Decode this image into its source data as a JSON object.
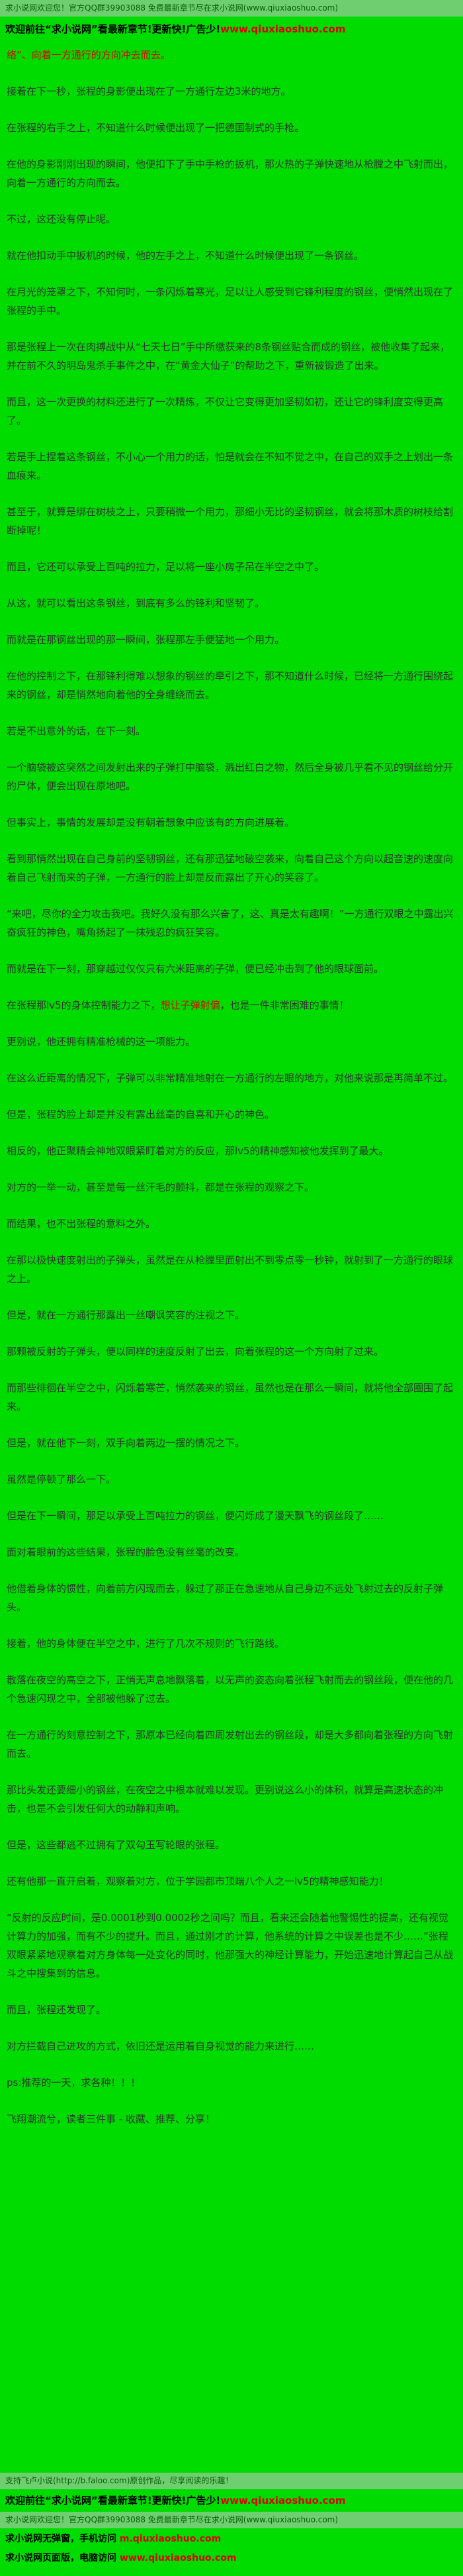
{
  "colors": {
    "page_bg": "#00DB00",
    "band_bg": "#6FCE6F",
    "band_text": "#086008",
    "body_text": "#333333",
    "red": "#E00000",
    "promo_black": "#000000"
  },
  "header": {
    "notice": "求小说网欢迎您！官方QQ群39903088 免费最新章节尽在求小说网(www.qiuxiaoshuo.com)",
    "promo": {
      "text": "欢迎前往“求小说网”看最新章节!更新快!广告少!",
      "url": "www.qiuxiaoshuo.com"
    },
    "fragment": "络”、向着一方通行的方向冲去而去。"
  },
  "content": {
    "paragraphs": [
      {
        "parts": [
          {
            "t": "接着在下一秒，张程的身影便出现在了一方通行左边3米的地方。"
          }
        ]
      },
      {
        "parts": [
          {
            "t": "在张程的右手之上，不知道什么时候便出现了一把德国制式的手枪。"
          }
        ]
      },
      {
        "parts": [
          {
            "t": "在他的身影刚刚出现的瞬间，他便扣下了手中手枪的扳机，那火热的子弹快速地从枪膛之中飞射而出，向着一方通行的方向而去。"
          }
        ]
      },
      {
        "parts": [
          {
            "t": "不过，这还没有停止呢。"
          }
        ]
      },
      {
        "parts": [
          {
            "t": "就在他扣动手中扳机的时候，他的左手之上，不知道什么时候便出现了一条钢丝。"
          }
        ]
      },
      {
        "parts": [
          {
            "t": "在月光的笼罩之下，不知何时，一条闪烁着寒光，足以让人感受到它锋利程度的钢丝，便悄然出现在了张程的手中。"
          }
        ]
      },
      {
        "parts": [
          {
            "t": "那是张程上一次在肉搏战中从“七天七日”手中所缴获来的8条钢丝贴合而成的钢丝，被他收集了起来，并在前不久的明岛鬼杀手事件之中，在“黄金大仙子”的帮助之下，重新被锻造了出来。"
          }
        ]
      },
      {
        "parts": [
          {
            "t": "而且，这一次更换的材料还进行了一次精炼，不仅让它变得更加坚韧如初，还让它的锋利度变得更高了。"
          }
        ]
      },
      {
        "parts": [
          {
            "t": "若是手上捏着这条钢丝，不小心一个用力的话，怕是就会在不知不觉之中，在自己的双手之上划出一条血痕来。"
          }
        ]
      },
      {
        "parts": [
          {
            "t": "甚至于，就算是绑在树枝之上，只要稍微一个用力，那细小无比的坚韧钢丝，就会将那木质的树枝给割断掉呢！"
          }
        ]
      },
      {
        "parts": [
          {
            "t": "而且，它还可以承受上百吨的拉力，足以将一座小房子吊在半空之中了。"
          }
        ]
      },
      {
        "parts": [
          {
            "t": "从这，就可以看出这条钢丝，到底有多么的锋利和坚韧了。"
          }
        ]
      },
      {
        "parts": [
          {
            "t": "而就是在那钢丝出现的那一瞬间，张程那左手便猛地一个用力。"
          }
        ]
      },
      {
        "parts": [
          {
            "t": "在他的控制之下，在那锋利得难以想象的钢丝的牵引之下，那不知道什么时候，已经将一方通行围绕起来的钢丝，却是悄然地向着他的全身缠绕而去。"
          }
        ]
      },
      {
        "parts": [
          {
            "t": "若是不出意外的话，在下一刻。"
          }
        ]
      },
      {
        "parts": [
          {
            "t": "一个脑袋被这突然之间发射出来的子弹打中脑袋，溅出红白之物，然后全身被几乎看不见的钢丝给分开的尸体，便会出现在原地吧。"
          }
        ]
      },
      {
        "parts": [
          {
            "t": "但事实上，事情的发展却是没有朝着想象中应该有的方向进展着。"
          }
        ]
      },
      {
        "parts": [
          {
            "t": "看到那悄然出现在自己身前的坚韧钢丝，还有那迅猛地破空袭来，向着自己这个方向以超音速的速度向着自己飞射而来的子弹，一方通行的脸上却是反而露出了开心的笑容了。"
          }
        ]
      },
      {
        "parts": [
          {
            "t": "“来吧，尽你的全力攻击我吧。我好久没有那么兴奋了，这、真是太有趣啊！”一方通行双眼之中露出兴奋疯狂的神色，嘴角扬起了一抹残忍的疯狂笑容。"
          }
        ]
      },
      {
        "parts": [
          {
            "t": "而就是在下一刻，那穿越过仅仅只有六米距离的子弹，便已经冲击到了他的眼球面前。"
          }
        ]
      },
      {
        "parts": [
          {
            "t": "在张程那lv5的身体控制能力之下，"
          },
          {
            "t": "想让子弹射偏",
            "red": true
          },
          {
            "t": "，也是一件非常困难的事情！"
          }
        ]
      },
      {
        "parts": [
          {
            "t": "更别说，他还拥有精准枪械的这一项能力。"
          }
        ]
      },
      {
        "parts": [
          {
            "t": "在这么近距离的情况下，子弹可以非常精准地射在一方通行的左眼的地方，对他来说那是再简单不过。"
          }
        ]
      },
      {
        "parts": [
          {
            "t": "但是，张程的脸上却是并没有露出丝毫的自喜和开心的神色。"
          }
        ]
      },
      {
        "parts": [
          {
            "t": "相反的，他正聚精会神地双眼紧盯着对方的反应，那lv5的精神感知被他发挥到了最大。"
          }
        ]
      },
      {
        "parts": [
          {
            "t": "对方的一举一动，甚至是每一丝汗毛的颤抖，都是在张程的观察之下。"
          }
        ]
      },
      {
        "parts": [
          {
            "t": "而结果，也不出张程的意料之外。"
          }
        ]
      },
      {
        "parts": [
          {
            "t": "在那以极快速度射出的子弹头，虽然是在从枪膛里面射出不到零点零一秒钟，就射到了一方通行的眼球之上。"
          }
        ]
      },
      {
        "parts": [
          {
            "t": "但是，就在一方通行那露出一丝嘲讽笑容的注视之下。"
          }
        ]
      },
      {
        "parts": [
          {
            "t": "那颗被反射的子弹头，便以同样的速度反射了出去，向着张程的这一个方向射了过来。"
          }
        ]
      },
      {
        "parts": [
          {
            "t": "而那些徘徊在半空之中，闪烁着寒芒，悄然袭来的钢丝，虽然也是在那么一瞬间，就将他全部圈围了起来。"
          }
        ]
      },
      {
        "parts": [
          {
            "t": "但是，就在他下一刻，双手向着两边一摆的情况之下。"
          }
        ]
      },
      {
        "parts": [
          {
            "t": "虽然是停顿了那么一下。"
          }
        ]
      },
      {
        "parts": [
          {
            "t": "但是在下一瞬间，那足以承受上百吨拉力的钢丝，便闪烁成了漫天飘飞的钢丝段了……"
          }
        ]
      },
      {
        "parts": [
          {
            "t": "面对着眼前的这些结果，张程的脸色没有丝毫的改变。"
          }
        ]
      },
      {
        "parts": [
          {
            "t": "他借着身体的惯性，向着前方闪现而去，躲过了那正在急速地从自己身边不远处飞射过去的反射子弹头。"
          }
        ]
      },
      {
        "parts": [
          {
            "t": "接着，他的身体便在半空之中，进行了几次不规则的飞行路线。"
          }
        ]
      },
      {
        "parts": [
          {
            "t": "散落在夜空的高空之下，正悄无声息地飘落着，以无声的姿态向着张程飞射而去的钢丝段，便在他的几个急速闪现之中，全部被他躲了过去。"
          }
        ]
      },
      {
        "parts": [
          {
            "t": "在一方通行的刻意控制之下，那原本已经向着四周发射出去的钢丝段，却是大多都向着张程的方向飞射而去。"
          }
        ]
      },
      {
        "parts": [
          {
            "t": "那比头发还要细小的钢丝，在夜空之中根本就难以发现。更别说这么小的体积，就算是高速状态的冲击，也是不会引发任何大的动静和声响。"
          }
        ]
      },
      {
        "parts": [
          {
            "t": "但是，这些都逃不过拥有了双勾玉写轮眼的张程。"
          }
        ]
      },
      {
        "parts": [
          {
            "t": "还有他那一直开启着，观察着对方，位于学园都市顶端八个人之一lv5的精神感知能力！"
          }
        ]
      },
      {
        "parts": [
          {
            "t": "“反射的反应时间，是0.0001秒到0.0002秒之间吗？而且，看来还会随着他警惕性的提高，还有视觉计算力的加强，而有不少的提升。而且，通过刚才的计算，他系统的计算之中误差也是不少……”张程双眼紧紧地观察着对方身体每一处变化的同时，他那强大的神经计算能力，开始迅速地计算起自己从战斗之中搜集到的信息。"
          }
        ]
      },
      {
        "parts": [
          {
            "t": "而且，张程还发现了。"
          }
        ]
      },
      {
        "parts": [
          {
            "t": "对方拦截自己进攻的方式，依旧还是运用着自身视觉的能力来进行……"
          }
        ]
      },
      {
        "parts": [
          {
            "t": "ps:推荐的一天，求各种！！！"
          }
        ]
      },
      {
        "parts": [
          {
            "t": "飞翔潮流兮，读者三件事 - 收藏、推荐、分享！"
          }
        ]
      }
    ]
  },
  "footer": {
    "faloo": "支持飞卢小说(http://b.faloo.com)原创作品，尽享阅读的乐趣！",
    "promo": {
      "text": "欢迎前往“求小说网”看最新章节!更新快!广告少!",
      "url": "www.qiuxiaoshuo.com"
    },
    "notice": "求小说网欢迎您！官方QQ群39903088 免费最新章节尽在求小说网(www.qiuxiaoshuo.com)",
    "mobile": {
      "text": "求小说网无弹窗，手机访问 ",
      "url": "m.qiuxiaoshuo.com"
    },
    "desktop": {
      "text": "求小说网页面版，电脑访问 ",
      "url": "www.qiuxiaoshuo.com"
    }
  }
}
